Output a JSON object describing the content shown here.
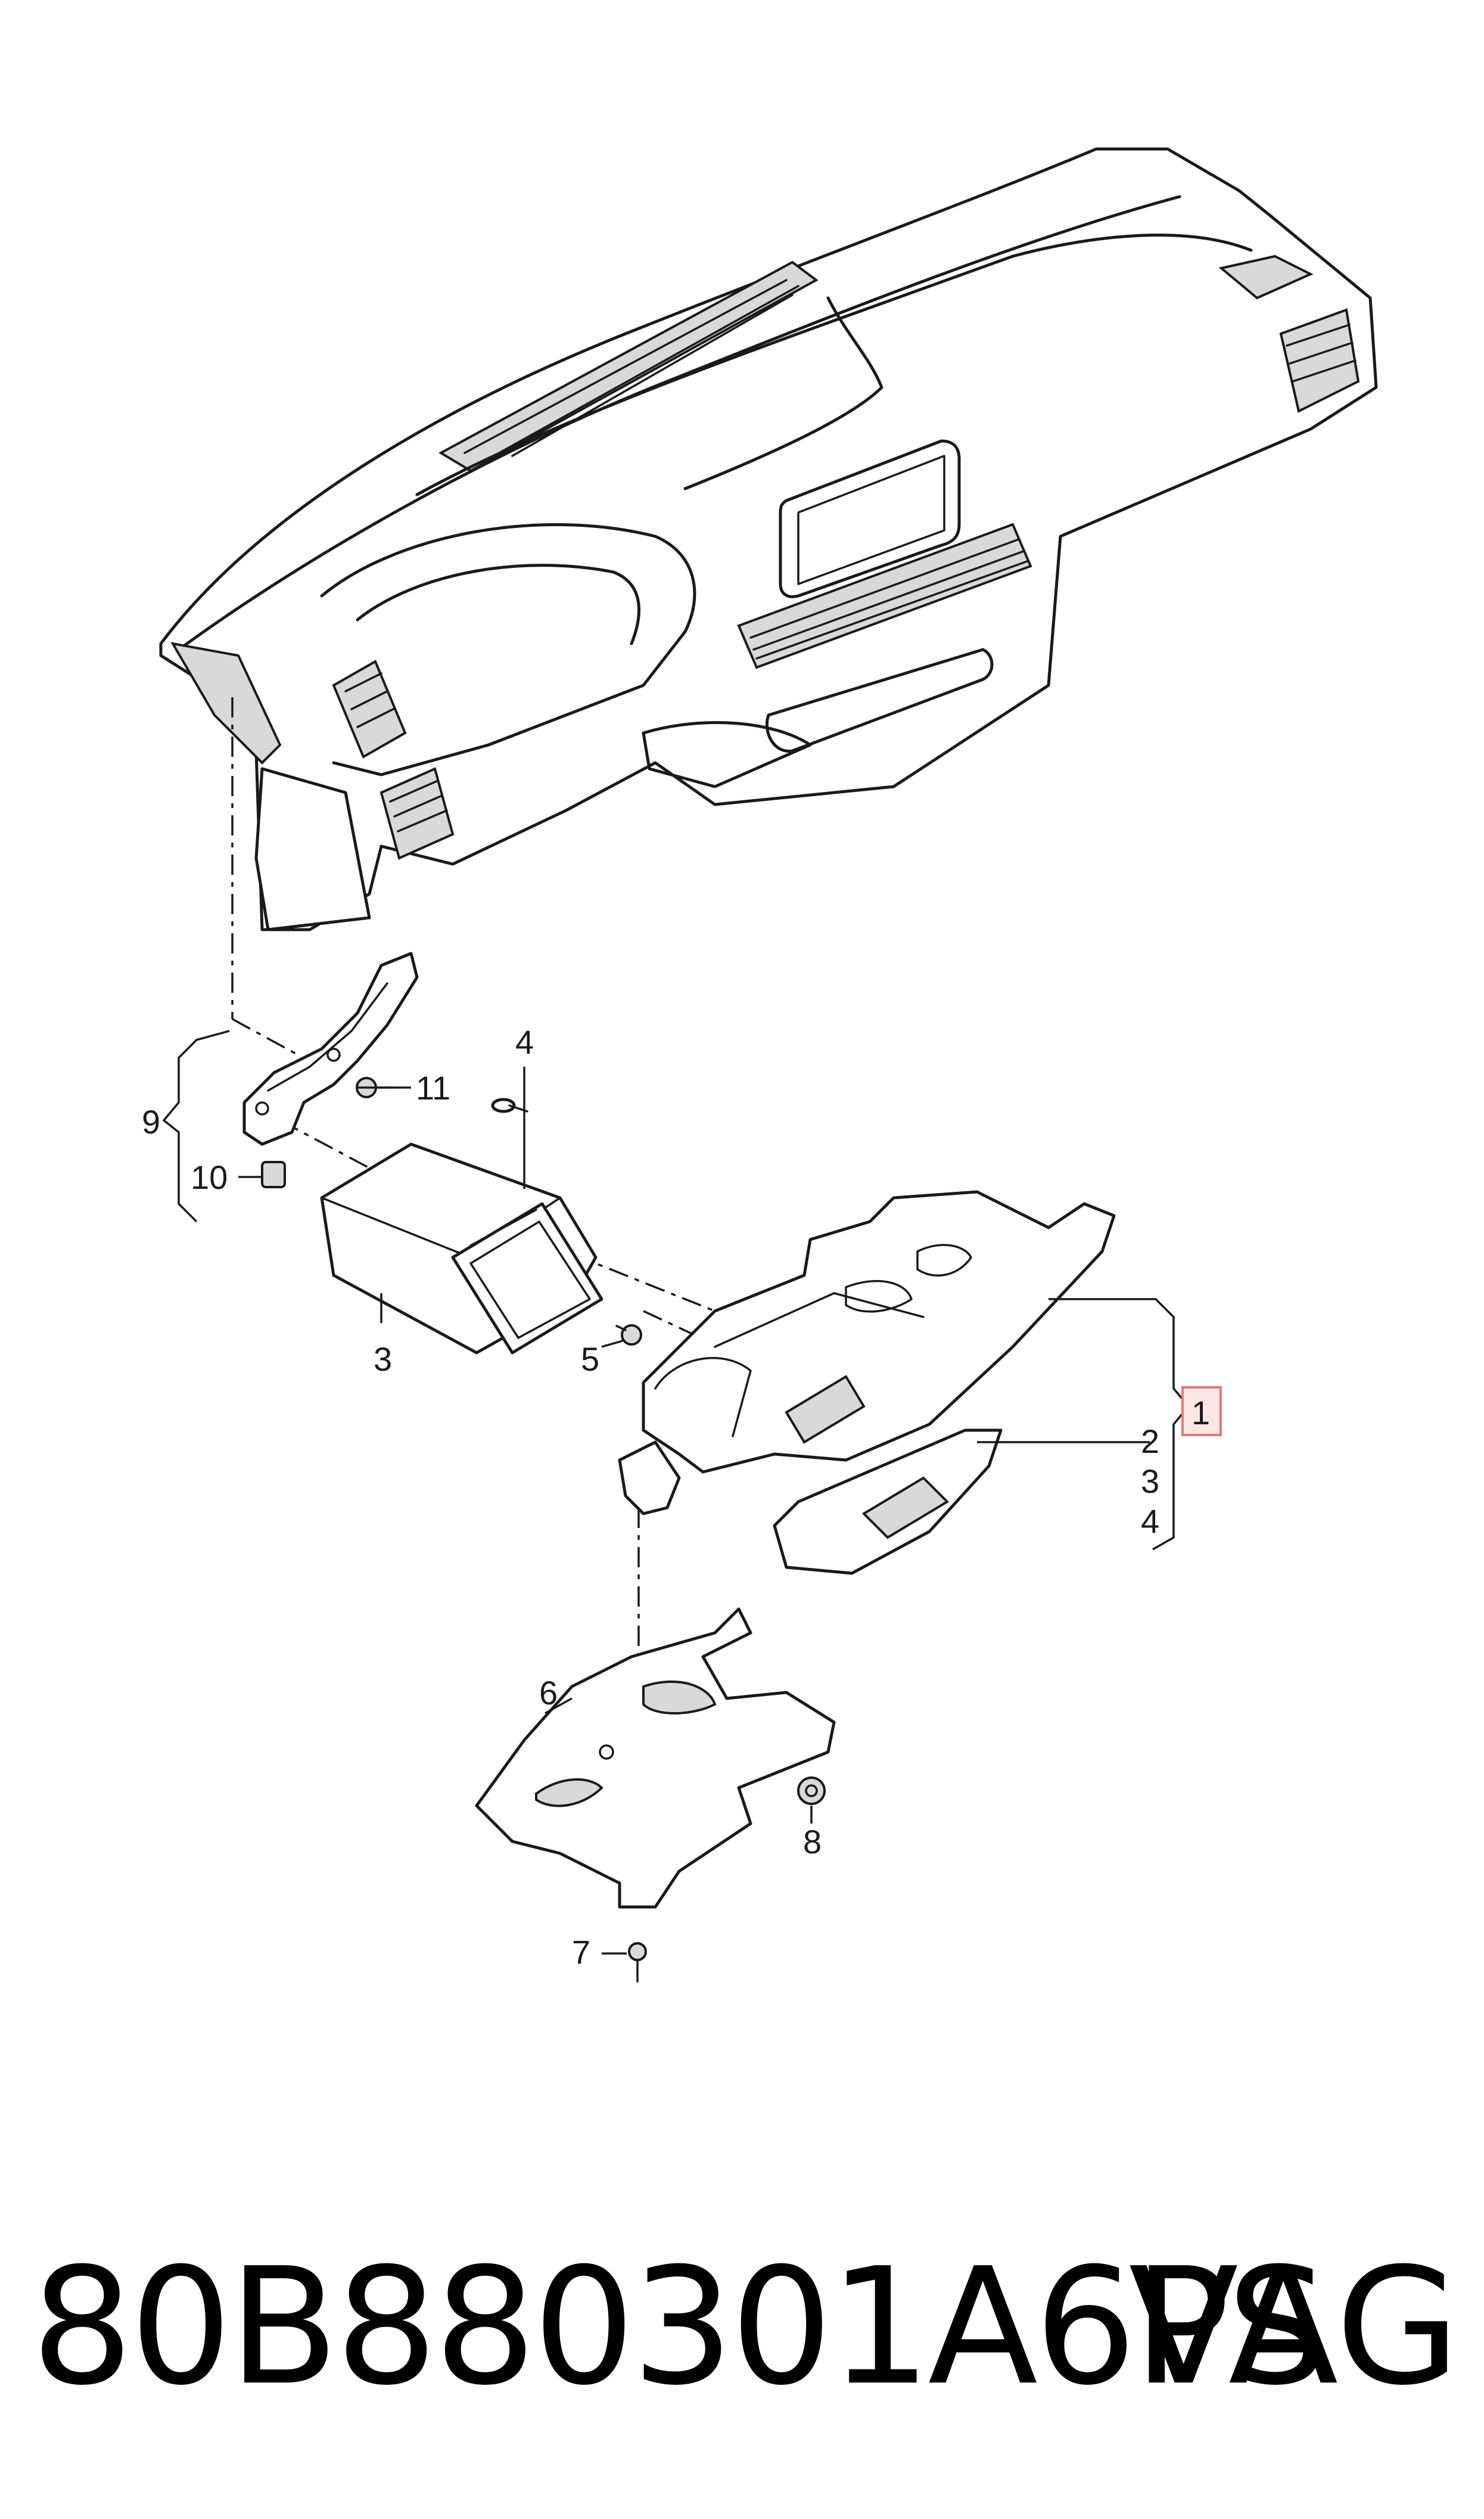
{
  "callouts": {
    "c1": "1",
    "c2": "2",
    "c3a": "3",
    "c4a": "4",
    "c3": "3",
    "c4": "4",
    "c5": "5",
    "c6": "6",
    "c7": "7",
    "c8": "8",
    "c9": "9",
    "c10": "10",
    "c11": "11"
  },
  "footer": {
    "part_number": "80B880301A6PS",
    "brand": "VAG"
  },
  "colors": {
    "line": "#1a1a1a",
    "highlight_fill": "#fde6e6",
    "highlight_border": "#e07a7a"
  }
}
